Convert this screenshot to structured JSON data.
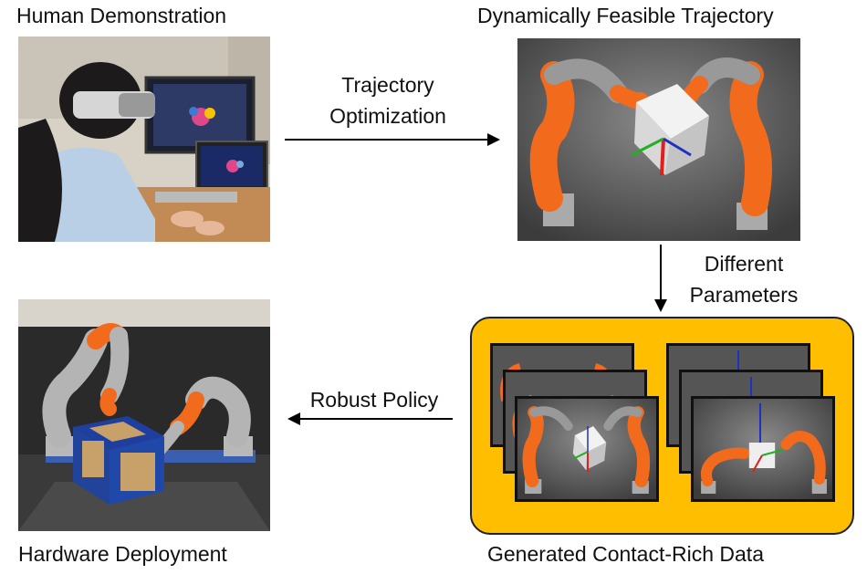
{
  "labels": {
    "human_demo": "Human Demonstration",
    "feasible_traj": "Dynamically Feasible Trajectory",
    "hardware": "Hardware Deployment",
    "generated": "Generated Contact-Rich Data"
  },
  "arrows": {
    "traj_opt_line1": "Trajectory",
    "traj_opt_line2": "Optimization",
    "diff_params_line1": "Different",
    "diff_params_line2": "Parameters",
    "robust_policy": "Robust Policy"
  },
  "colors": {
    "robot_orange": "#f26a1b",
    "robot_gray": "#9a9a9a",
    "data_box_yellow": "#ffbf00",
    "sim_bg": "#4a4a4a"
  }
}
